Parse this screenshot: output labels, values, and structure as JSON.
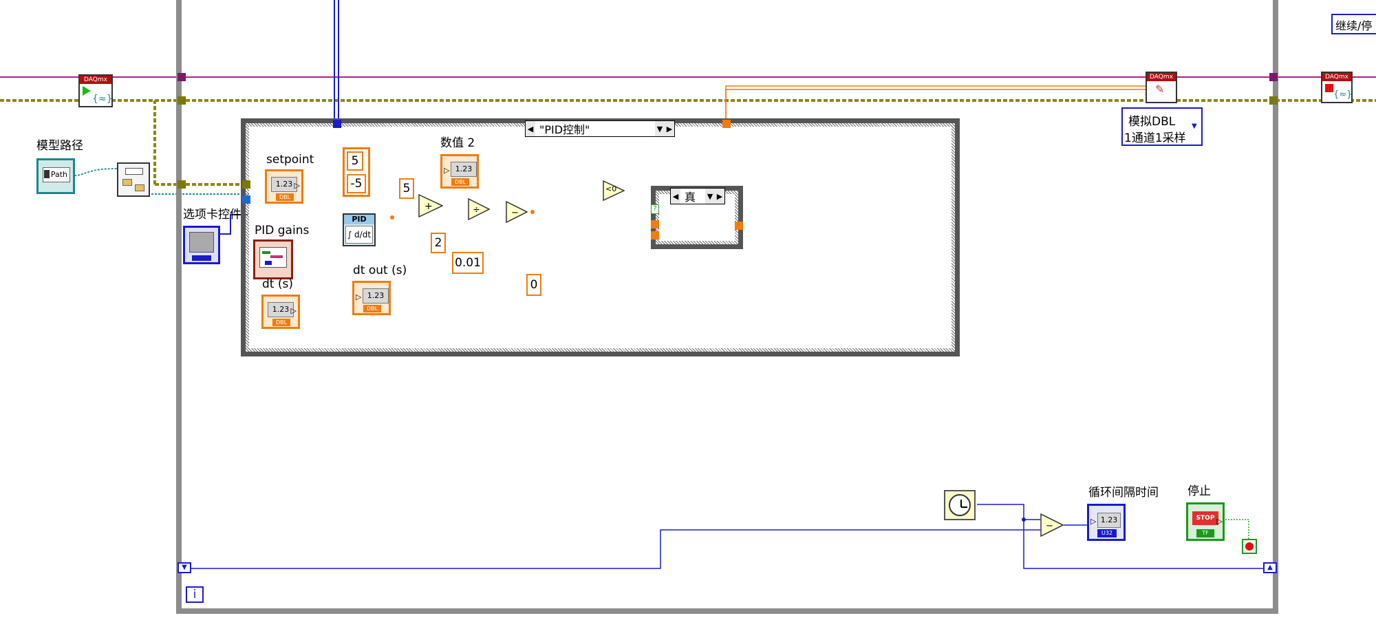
{
  "labels": {
    "model_path": "模型路径",
    "tab_control": "选项卡控件",
    "setpoint": "setpoint",
    "pid_gains": "PID gains",
    "dt": "dt (s)",
    "dt_out": "dt out (s)",
    "value2": "数值 2",
    "loop_interval": "循环间隔时间",
    "stop": "停止",
    "continue_stop": "继续/停"
  },
  "case_structure": {
    "selector_value": "\"PID控制\""
  },
  "inner_case": {
    "selector_value": "真"
  },
  "constants": {
    "c5_top": "5",
    "c_neg5": "-5",
    "c5_mid": "5",
    "c2": "2",
    "c001": "0.01",
    "c0": "0"
  },
  "nodes": {
    "pid_title": "PID",
    "daqmx": "DAQmx",
    "path_text": "Path",
    "indicator_text": "1.23",
    "dbl_tag": "DBL",
    "u32_tag": "U32",
    "stop_text": "STOP",
    "tf_tag": "TF",
    "lt0_text": "<0",
    "iteration": "i"
  },
  "polymorphic_selector": {
    "line1": "模拟DBL",
    "line2": "1通道1采样"
  },
  "colors": {
    "orange_wire": "#f07c10",
    "blue_wire": "#1a1ad0",
    "pink_wire": "#b0208a",
    "task_wire": "#8a8a00",
    "loop_border": "#8c8c8c"
  }
}
